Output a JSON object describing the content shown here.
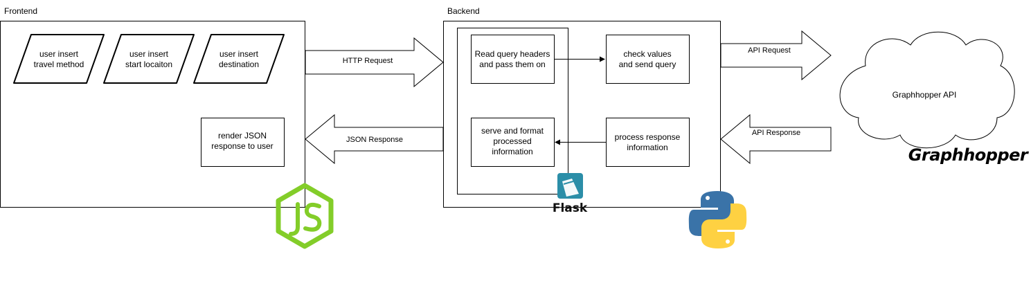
{
  "groups": {
    "frontend": "Frontend",
    "backend": "Backend"
  },
  "frontend": {
    "inputs": [
      [
        "user insert",
        "travel method"
      ],
      [
        "user insert",
        "start locaiton"
      ],
      [
        "user insert",
        "destination"
      ]
    ],
    "render_box": [
      "render JSON",
      "response to user"
    ]
  },
  "backend": {
    "read_headers": [
      "Read query headers",
      "and pass them on"
    ],
    "check_values": [
      "check values",
      "and send query"
    ],
    "serve_format": [
      "serve and format",
      "processed",
      "information"
    ],
    "process_response": [
      "process response",
      "information"
    ]
  },
  "arrows": {
    "http_request": "HTTP Request",
    "json_response": "JSON Response",
    "api_request": "API Request",
    "api_response": "API Response"
  },
  "external": {
    "cloud_label": "Graphhopper API",
    "graphhopper_logo": "Graphhopper",
    "flask_logo": "Flask"
  },
  "logos": {
    "nodejs": "nodejs-logo",
    "python": "python-logo",
    "flask": "flask-logo"
  },
  "colors": {
    "nodejs_green": "#83cd29",
    "python_blue": "#3a73a8",
    "python_yellow": "#fed142",
    "flask_teal": "#2b8ea8"
  }
}
